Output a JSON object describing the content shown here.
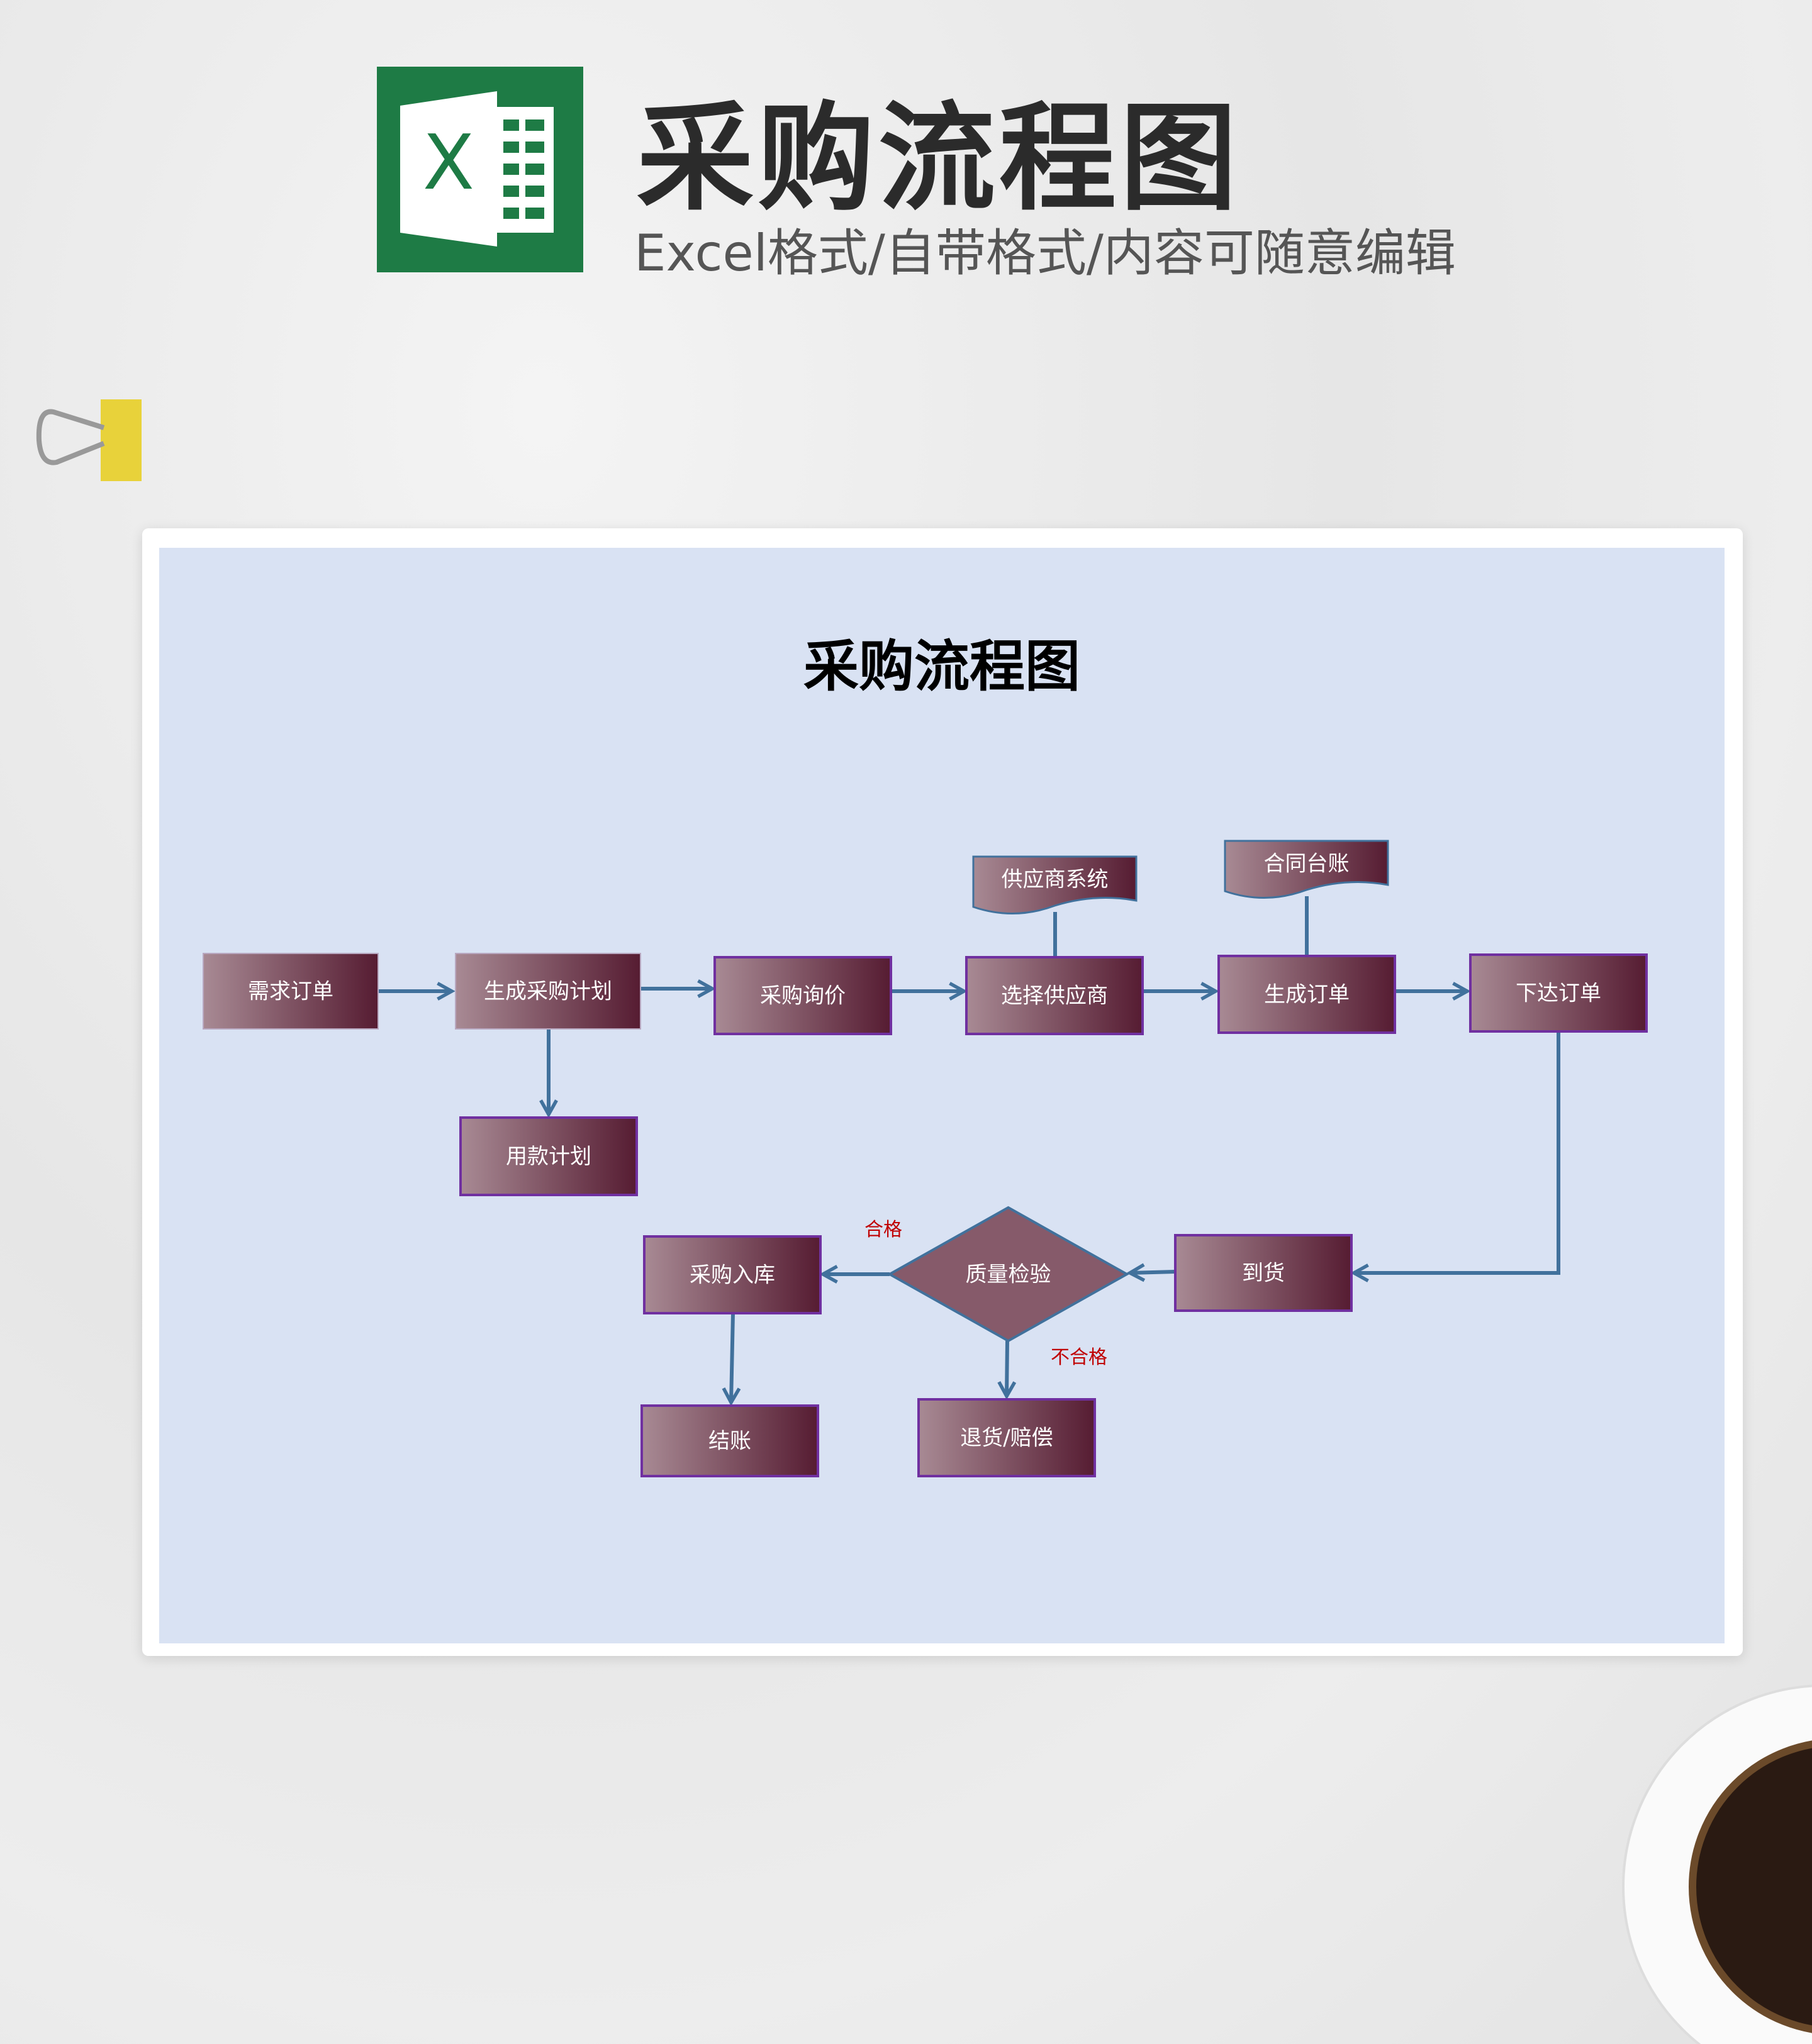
{
  "header": {
    "title": "采购流程图",
    "subtitle": "Excel格式/自带格式/内容可随意编辑",
    "logo_letter": "X"
  },
  "chart": {
    "title": "采购流程图",
    "nodes": {
      "demand_order": "需求订单",
      "gen_plan": "生成采购计划",
      "inquiry": "采购询价",
      "select_supplier": "选择供应商",
      "gen_order": "生成订单",
      "issue_order": "下达订单",
      "payment_plan": "用款计划",
      "supplier_system": "供应商系统",
      "contract_ledger": "合同台账",
      "warehousing": "采购入库",
      "quality_check": "质量检验",
      "arrival": "到货",
      "settle": "结账",
      "return": "退货/赔偿"
    },
    "edge_labels": {
      "pass": "合格",
      "fail": "不合格"
    }
  },
  "colors": {
    "excel_green": "#1e7b45",
    "node_light": "#a88a94",
    "node_dark": "#561c32",
    "edge": "#41719c",
    "canvas": "#d9e2f3",
    "label_red": "#c00000"
  }
}
